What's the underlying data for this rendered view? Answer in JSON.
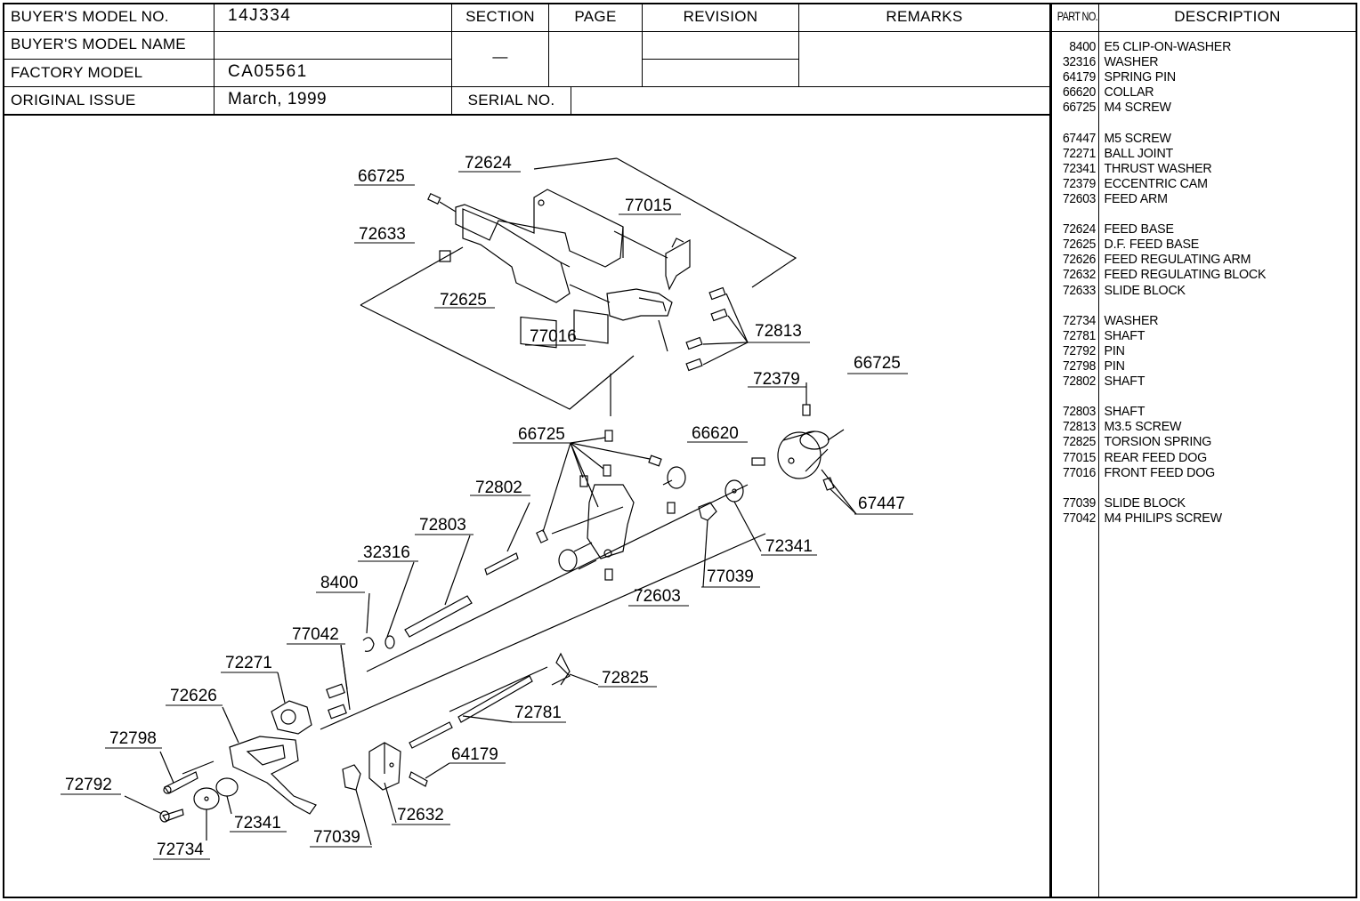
{
  "header": {
    "buyers_model_no_label": "BUYER'S  MODEL  NO.",
    "buyers_model_no_value": "14J334",
    "buyers_model_name_label": "BUYER'S  MODEL  NAME",
    "buyers_model_name_value": "",
    "factory_model_label": "FACTORY  MODEL",
    "factory_model_value": "CA05561",
    "original_issue_label": "ORIGINAL ISSUE",
    "original_issue_value": "March,  1999",
    "section_label": "SECTION",
    "section_value": "—",
    "page_label": "PAGE",
    "page_value": "",
    "revision_label": "REVISION",
    "remarks_label": "REMARKS",
    "serial_no_label": "SERIAL NO.",
    "serial_no_value": ""
  },
  "parts_table": {
    "part_no_header": "PART NO.",
    "description_header": "DESCRIPTION",
    "groups": [
      [
        {
          "no": "8400",
          "desc": "E5 CLIP-ON-WASHER"
        },
        {
          "no": "32316",
          "desc": "WASHER"
        },
        {
          "no": "64179",
          "desc": "SPRING PIN"
        },
        {
          "no": "66620",
          "desc": "COLLAR"
        },
        {
          "no": "66725",
          "desc": "M4 SCREW"
        }
      ],
      [
        {
          "no": "67447",
          "desc": "M5 SCREW"
        },
        {
          "no": "72271",
          "desc": "BALL JOINT"
        },
        {
          "no": "72341",
          "desc": "THRUST WASHER"
        },
        {
          "no": "72379",
          "desc": "ECCENTRIC CAM"
        },
        {
          "no": "72603",
          "desc": "FEED ARM"
        }
      ],
      [
        {
          "no": "72624",
          "desc": "FEED BASE"
        },
        {
          "no": "72625",
          "desc": "D.F. FEED BASE"
        },
        {
          "no": "72626",
          "desc": "FEED REGULATING ARM"
        },
        {
          "no": "72632",
          "desc": "FEED REGULATING BLOCK"
        },
        {
          "no": "72633",
          "desc": "SLIDE BLOCK"
        }
      ],
      [
        {
          "no": "72734",
          "desc": "WASHER"
        },
        {
          "no": "72781",
          "desc": "SHAFT"
        },
        {
          "no": "72792",
          "desc": "PIN"
        },
        {
          "no": "72798",
          "desc": "PIN"
        },
        {
          "no": "72802",
          "desc": "SHAFT"
        }
      ],
      [
        {
          "no": "72803",
          "desc": "SHAFT"
        },
        {
          "no": "72813",
          "desc": "M3.5 SCREW"
        },
        {
          "no": "72825",
          "desc": "TORSION SPRING"
        },
        {
          "no": "77015",
          "desc": "REAR FEED DOG"
        },
        {
          "no": "77016",
          "desc": "FRONT FEED DOG"
        }
      ],
      [
        {
          "no": "77039",
          "desc": "SLIDE BLOCK"
        },
        {
          "no": "77042",
          "desc": "M4 PHILIPS SCREW"
        }
      ]
    ]
  },
  "diagram": {
    "callouts": [
      {
        "id": "c-72624",
        "text": "72624"
      },
      {
        "id": "c-66725a",
        "text": "66725"
      },
      {
        "id": "c-77015",
        "text": "77015"
      },
      {
        "id": "c-72633",
        "text": "72633"
      },
      {
        "id": "c-72625",
        "text": "72625"
      },
      {
        "id": "c-77016",
        "text": "77016"
      },
      {
        "id": "c-72813",
        "text": "72813"
      },
      {
        "id": "c-66725b",
        "text": "66725"
      },
      {
        "id": "c-72379",
        "text": "72379"
      },
      {
        "id": "c-66725c",
        "text": "66725"
      },
      {
        "id": "c-66620",
        "text": "66620"
      },
      {
        "id": "c-72802",
        "text": "72802"
      },
      {
        "id": "c-67447",
        "text": "67447"
      },
      {
        "id": "c-72803",
        "text": "72803"
      },
      {
        "id": "c-32316",
        "text": "32316"
      },
      {
        "id": "c-72341a",
        "text": "72341"
      },
      {
        "id": "c-77039a",
        "text": "77039"
      },
      {
        "id": "c-8400",
        "text": "8400"
      },
      {
        "id": "c-72603",
        "text": "72603"
      },
      {
        "id": "c-77042",
        "text": "77042"
      },
      {
        "id": "c-72271",
        "text": "72271"
      },
      {
        "id": "c-72825",
        "text": "72825"
      },
      {
        "id": "c-72626",
        "text": "72626"
      },
      {
        "id": "c-72781",
        "text": "72781"
      },
      {
        "id": "c-72798",
        "text": "72798"
      },
      {
        "id": "c-64179",
        "text": "64179"
      },
      {
        "id": "c-72792",
        "text": "72792"
      },
      {
        "id": "c-72632",
        "text": "72632"
      },
      {
        "id": "c-72341b",
        "text": "72341"
      },
      {
        "id": "c-77039b",
        "text": "77039"
      },
      {
        "id": "c-72734",
        "text": "72734"
      }
    ]
  }
}
